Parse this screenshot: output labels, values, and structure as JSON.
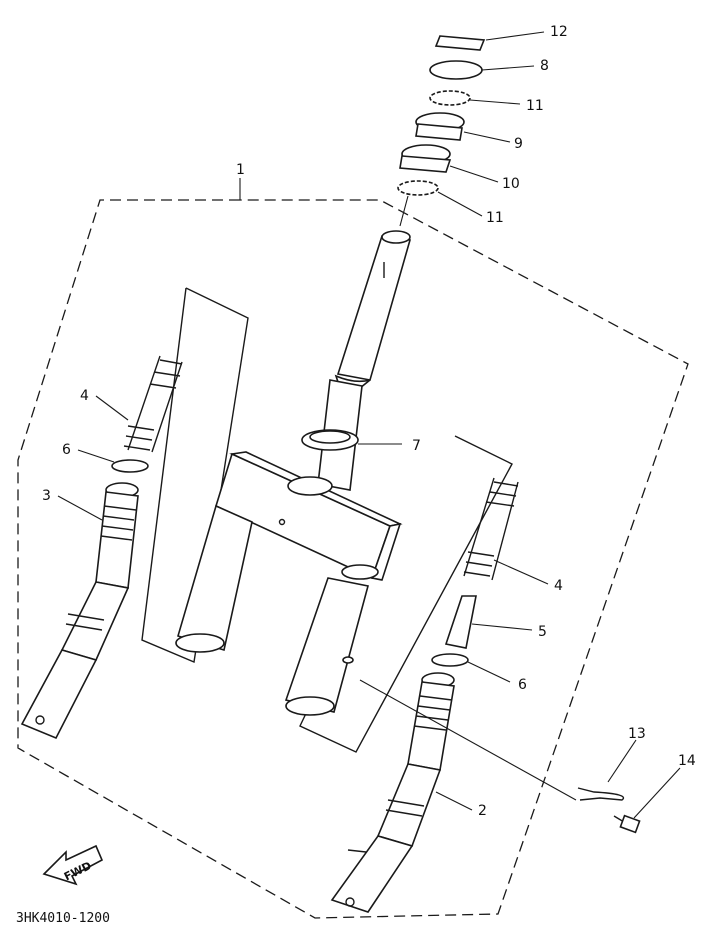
{
  "diagram": {
    "code": "3HK4010-1200",
    "direction_label": "FWD",
    "callouts": [
      {
        "id": "c1",
        "label": "1"
      },
      {
        "id": "c2",
        "label": "2"
      },
      {
        "id": "c3",
        "label": "3"
      },
      {
        "id": "c4a",
        "label": "4"
      },
      {
        "id": "c4b",
        "label": "4"
      },
      {
        "id": "c5",
        "label": "5"
      },
      {
        "id": "c6a",
        "label": "6"
      },
      {
        "id": "c6b",
        "label": "6"
      },
      {
        "id": "c7",
        "label": "7"
      },
      {
        "id": "c8",
        "label": "8"
      },
      {
        "id": "c9",
        "label": "9"
      },
      {
        "id": "c10",
        "label": "10"
      },
      {
        "id": "c11a",
        "label": "11"
      },
      {
        "id": "c11b",
        "label": "11"
      },
      {
        "id": "c12",
        "label": "12"
      },
      {
        "id": "c13",
        "label": "13"
      },
      {
        "id": "c14",
        "label": "14"
      }
    ]
  }
}
